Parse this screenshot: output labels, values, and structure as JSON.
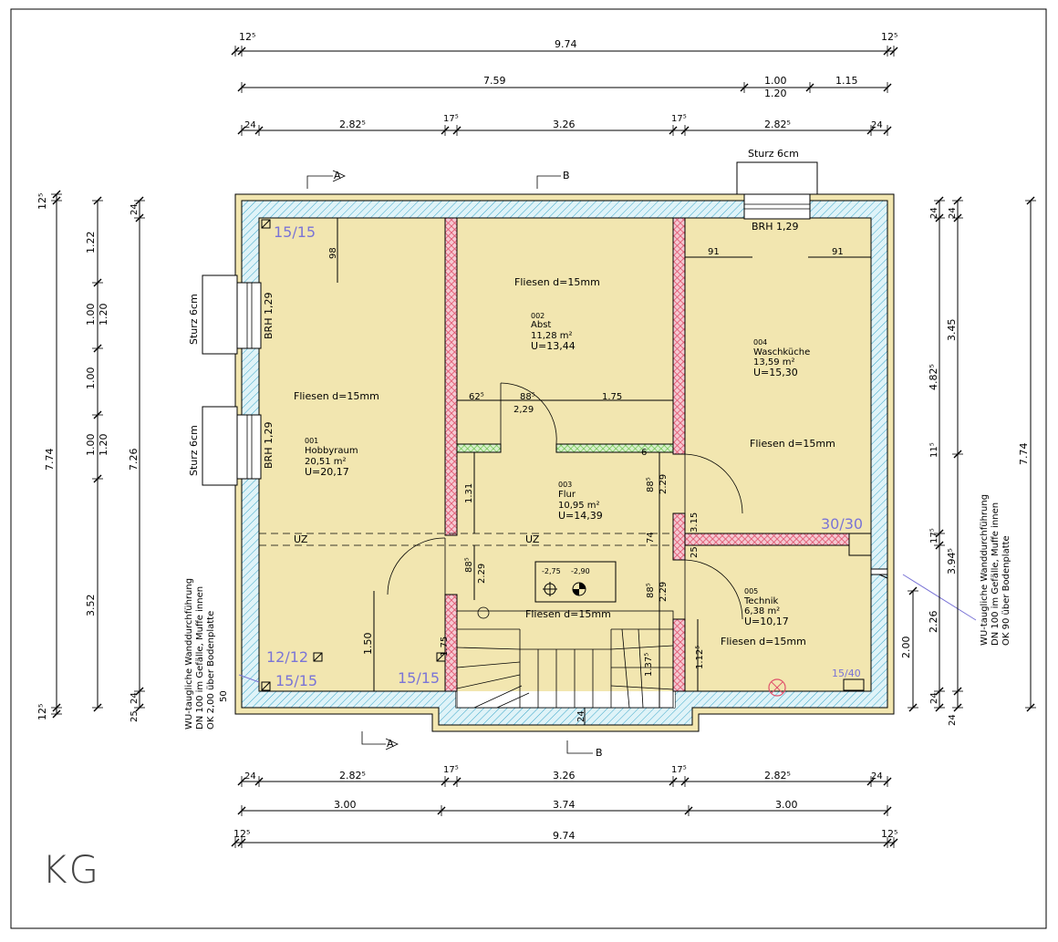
{
  "plan": {
    "floor_label": "KG",
    "top_dims": {
      "row1": [
        "12⁵",
        "9.74",
        "12⁵"
      ],
      "row2": [
        "7.59",
        "1.00",
        "1.20",
        "1.15"
      ],
      "row3": [
        "24",
        "2.82⁵",
        "17⁵",
        "3.26",
        "17⁵",
        "2.82⁵",
        "24"
      ]
    },
    "bottom_dims": {
      "row1": [
        "24",
        "2.82⁵",
        "17⁵",
        "3.26",
        "17⁵",
        "2.82⁵",
        "24"
      ],
      "row2": [
        "3.00",
        "3.74",
        "3.00"
      ],
      "row3": [
        "12⁵",
        "9.74",
        "12⁵"
      ]
    },
    "left_dims": {
      "outer": [
        "12⁵",
        "7.74",
        "12⁵"
      ],
      "chain": [
        "1.22",
        "1.00",
        "1.20",
        "1.00",
        "1.00",
        "1.20",
        "3.52"
      ],
      "inner": [
        "24",
        "7.26",
        "25",
        "24"
      ]
    },
    "right_dims": {
      "inner": [
        "2.00"
      ],
      "chain1": [
        "24",
        "4.82⁵",
        "11⁵",
        "17⁵",
        "2.26",
        "24"
      ],
      "chain2": [
        "24",
        "3.45",
        "3.94⁵",
        "24"
      ],
      "outer": [
        "7.74"
      ]
    },
    "rooms": [
      {
        "no": "001",
        "name": "Hobbyraum",
        "area": "20,51 m²",
        "u": "U=20,17",
        "floor": "Fliesen d=15mm"
      },
      {
        "no": "002",
        "name": "Abst",
        "area": "11,28 m²",
        "u": "U=13,44",
        "floor": "Fliesen d=15mm"
      },
      {
        "no": "003",
        "name": "Flur",
        "area": "10,95 m²",
        "u": "U=14,39",
        "floor": "Fliesen d=15mm"
      },
      {
        "no": "004",
        "name": "Waschküche",
        "area": "13,59 m²",
        "u": "U=15,30",
        "floor": "Fliesen d=15mm"
      },
      {
        "no": "005",
        "name": "Technik",
        "area": "6,38 m²",
        "u": "U=10,17",
        "floor": "Fliesen d=15mm"
      }
    ],
    "sturz_top": "Sturz 6cm",
    "sturz_left": "Sturz 6cm",
    "brh": "BRH 1,29",
    "section_a": "A",
    "section_b": "B",
    "uz": "UZ",
    "openings": [
      "15/15",
      "15/15",
      "15/15",
      "12/12",
      "30/30",
      "15/40"
    ],
    "inner_dims": [
      "98",
      "91",
      "91",
      "62⁵",
      "88⁵",
      "2,29",
      "1.75",
      "1.31",
      "88⁵",
      "2.29",
      "88⁵",
      "2.29",
      "88⁵",
      "2.29",
      "6",
      "74",
      "3.15",
      "25",
      "1.50",
      "1.75",
      "1.37⁵",
      "1.12⁵",
      "24",
      "50"
    ],
    "levels": [
      "-2,75",
      "-2,90"
    ],
    "note_left": [
      "WU-taugliche Wanddurchführung",
      "DN 100 im Gefälle, Muffe innen",
      "OK 2,00 über Bodenplatte"
    ],
    "note_right": [
      "WU-taugliche Wanddurchführung",
      "DN 100 im Gefälle, Muffe innen",
      "OK 90 über Bodenplatte"
    ],
    "colors": {
      "insulation": "#f2e6b0",
      "outer_wall": "#dff3f8",
      "hatch_blue": "#3aa6c8",
      "inner_wall_red": "#e0506a",
      "inner_wall_green": "#6cc24a",
      "annotation": "#7a74d6"
    }
  }
}
